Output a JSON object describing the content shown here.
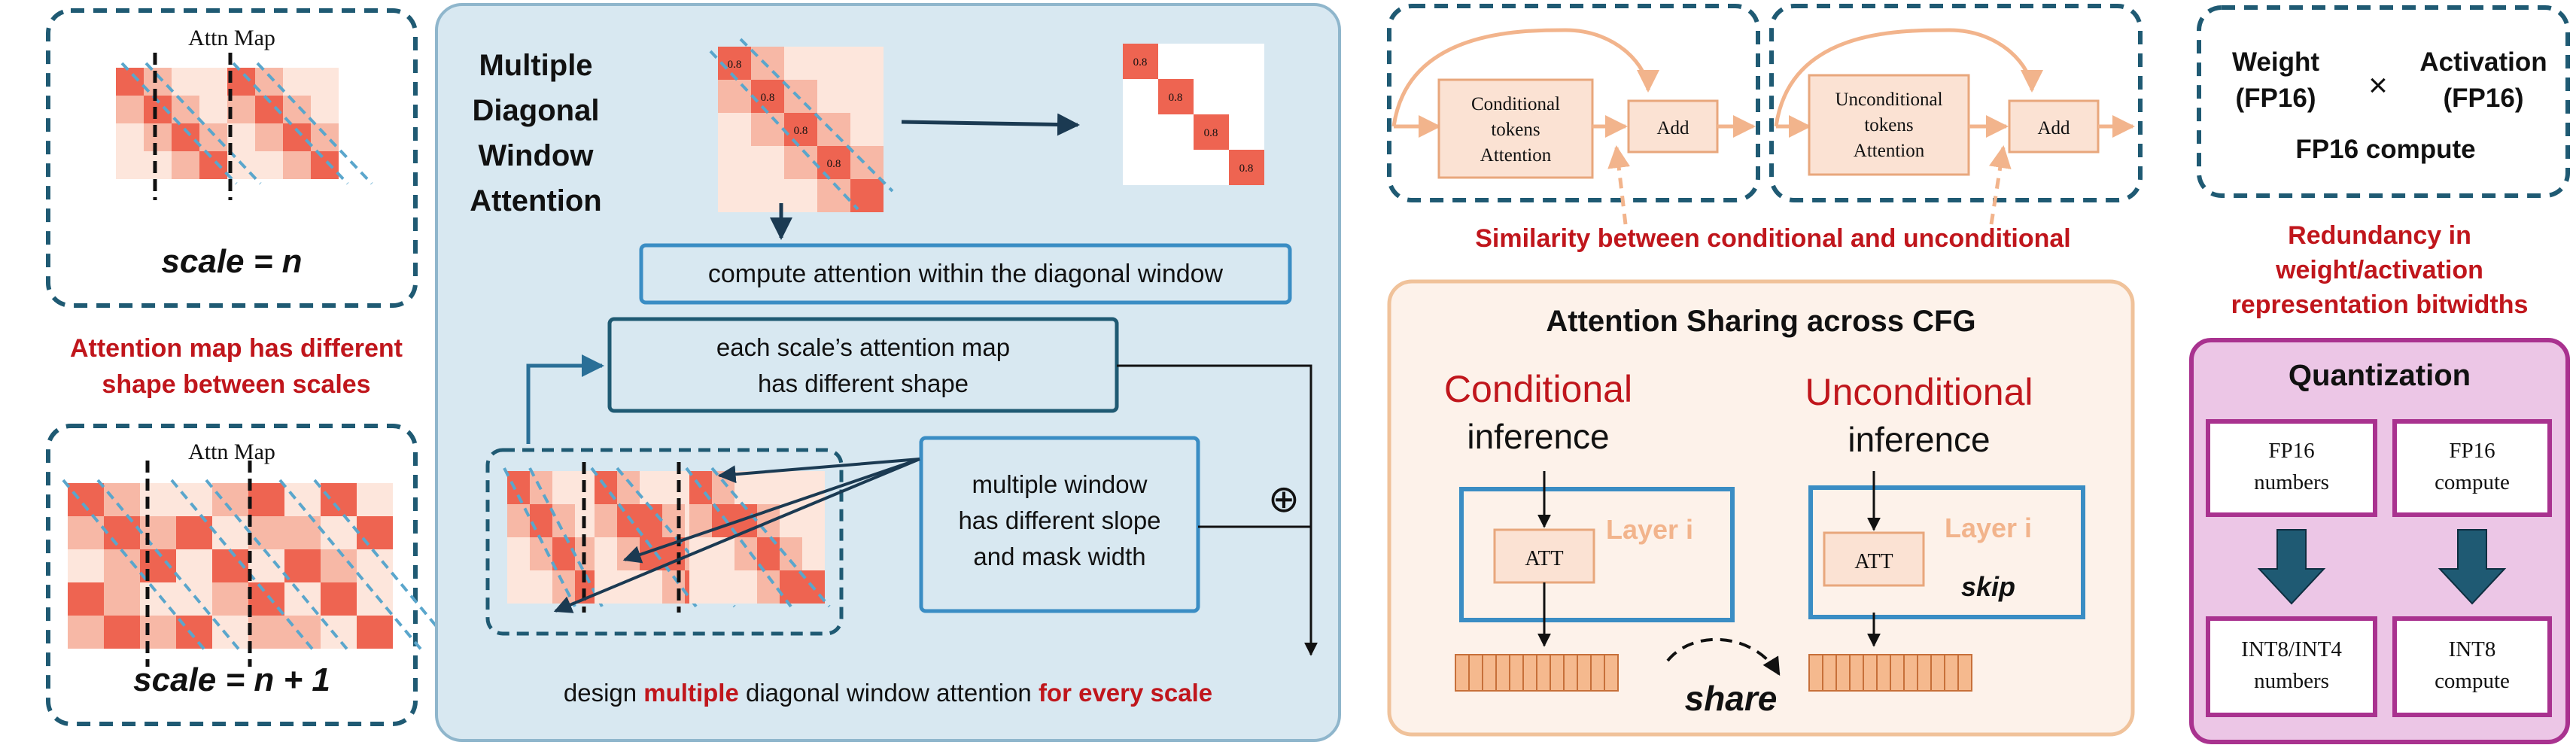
{
  "panel1": {
    "attn_top": "Attn Map",
    "scale_top": "scale = n",
    "caption_line1": "Attention map has different",
    "caption_line2": "shape between scales",
    "attn_bottom": "Attn Map",
    "scale_bottom": "scale = n + 1"
  },
  "panel2": {
    "title_lines": [
      "Multiple",
      "Diagonal",
      "Window",
      "Attention"
    ],
    "cell_value": "0.8",
    "compute_box": "compute attention within the diagonal window",
    "shape_box_line1": "each scale’s attention map",
    "shape_box_line2": "has different shape",
    "window_box_line1": "multiple window",
    "window_box_line2": "has different slope",
    "window_box_line3": "and mask width",
    "plus_symbol": "⊕",
    "footer_pre": "design ",
    "footer_mid1": "multiple",
    "footer_mid2": " diagonal window attention ",
    "footer_post": "for every scale"
  },
  "panel3": {
    "cond_line1": "Conditional",
    "cond_line2": "tokens",
    "cond_line3": "Attention",
    "uncond_line1": "Unconditional",
    "uncond_line2": "tokens",
    "uncond_line3": "Attention",
    "add1": "Add",
    "add2": "Add",
    "similarity": "Similarity between conditional and unconditional"
  },
  "panel4": {
    "title": "Attention Sharing across CFG",
    "cond_title": "Conditional",
    "cond_sub": "inference",
    "uncond_title": "Unconditional",
    "uncond_sub": "inference",
    "att_left": "ATT",
    "att_right": "ATT",
    "layer_left": "Layer i",
    "layer_right": "Layer i",
    "skip": "skip",
    "share": "share"
  },
  "panel5": {
    "weight_line1": "Weight",
    "weight_line2": "(FP16)",
    "times": "×",
    "act_line1": "Activation",
    "act_line2": "(FP16)",
    "compute": "FP16 compute",
    "redundancy_line1": "Redundancy in",
    "redundancy_line2": "weight/activation",
    "redundancy_line3": "representation bitwidths",
    "quant_title": "Quantization",
    "fp16_num_line1": "FP16",
    "fp16_num_line2": "numbers",
    "fp16_comp_line1": "FP16",
    "fp16_comp_line2": "compute",
    "int_num_line1": "INT8/INT4",
    "int_num_line2": "numbers",
    "int_comp_line1": "INT8",
    "int_comp_line2": "compute"
  },
  "colors": {
    "navy": "#1f5a73",
    "blue": "#3a8dc4",
    "red": "#c0161c",
    "cell_dark": "#ee6451",
    "cell_mid": "#f7b8a6",
    "cell_light": "#fde6dc",
    "dash": "#5aa6cc",
    "panel_blue": "#d8e8f1",
    "panel_peach": "#fdf2ea",
    "peach_border": "#f0c29a",
    "box_peach": "#fbe2d3",
    "peach_arrow": "#f2b48c",
    "orange": "#e8a77c",
    "quant_fill": "#ecc6e6",
    "quant_border": "#a9328f",
    "down_arrow": "#1f5a73"
  }
}
